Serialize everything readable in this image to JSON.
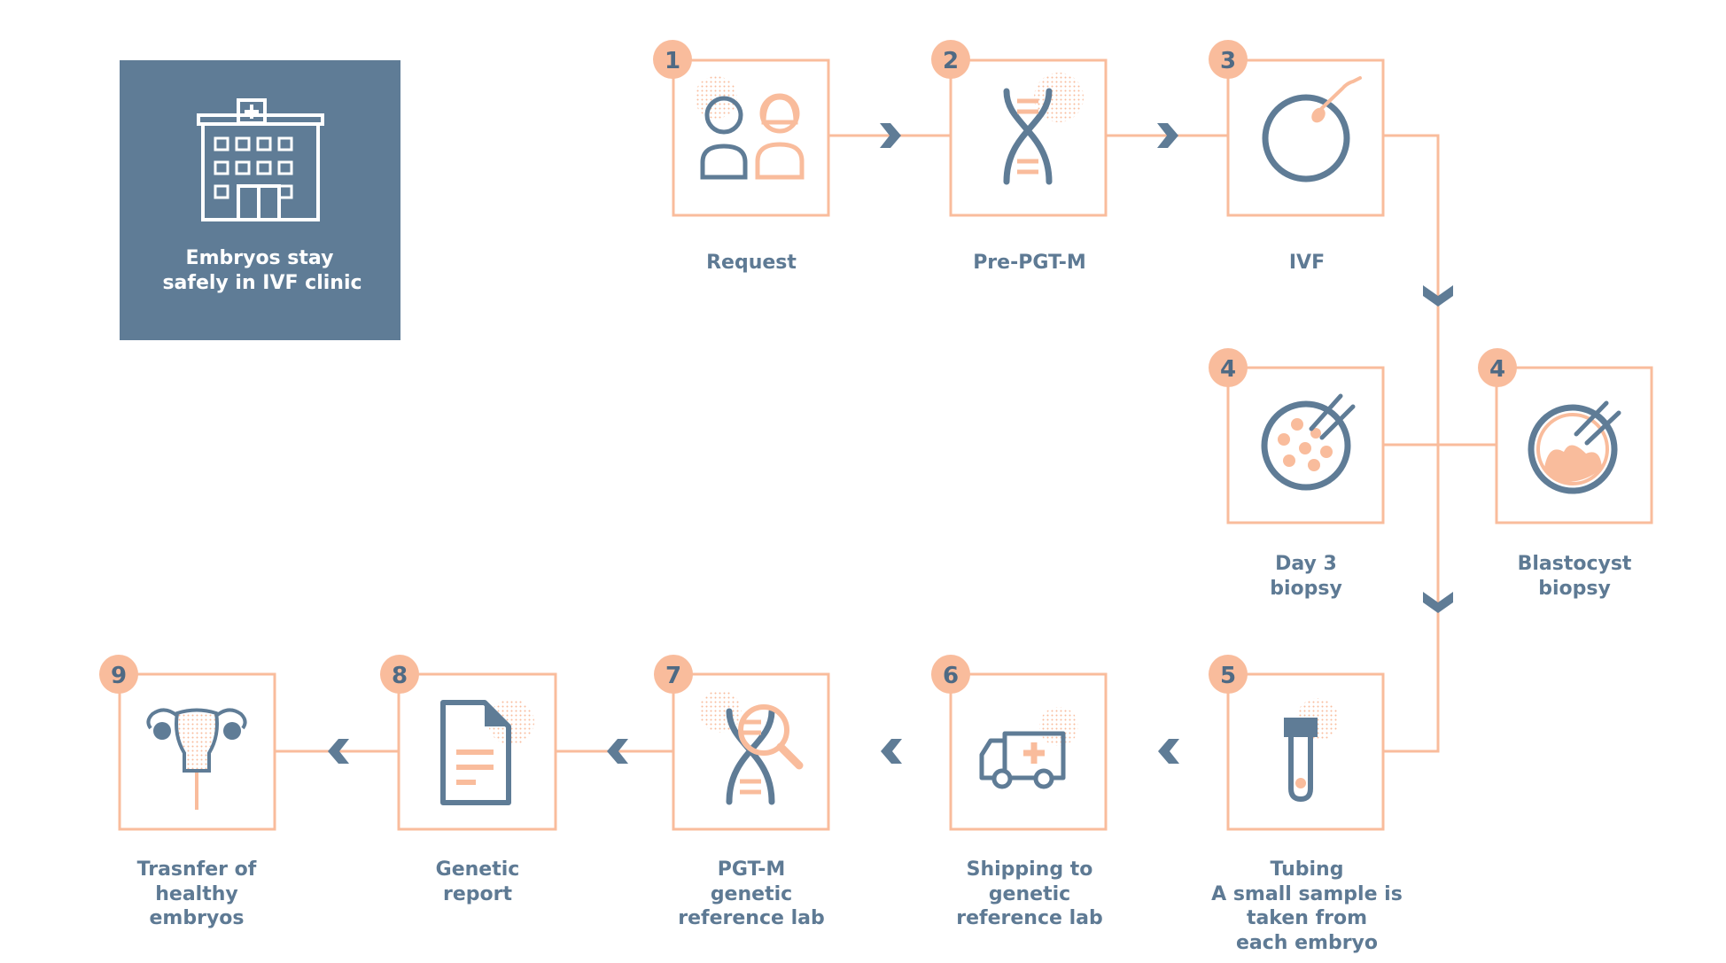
{
  "colors": {
    "accent": "#f9bc9c",
    "slate": "#5f7c96",
    "background": "#ffffff"
  },
  "clinic": {
    "icon": "hospital-icon",
    "label_line1": "Embryos stay",
    "label_line2": "safely in IVF clinic"
  },
  "steps": [
    {
      "number": "1",
      "icon": "couple-icon",
      "label": [
        "Request"
      ]
    },
    {
      "number": "2",
      "icon": "dna-icon",
      "label": [
        "Pre-PGT-M"
      ]
    },
    {
      "number": "3",
      "icon": "egg-sperm-icon",
      "label": [
        "IVF"
      ]
    },
    {
      "number": "4",
      "icon": "day3-embryo-biopsy-icon",
      "label": [
        "Day 3",
        "biopsy"
      ]
    },
    {
      "number": "4",
      "icon": "blastocyst-biopsy-icon",
      "label": [
        "Blastocyst",
        "biopsy"
      ]
    },
    {
      "number": "5",
      "icon": "test-tube-icon",
      "label": [
        "Tubing",
        "A small sample is",
        "taken from",
        "each embryo"
      ]
    },
    {
      "number": "6",
      "icon": "ambulance-icon",
      "label": [
        "Shipping to",
        "genetic",
        "reference lab"
      ]
    },
    {
      "number": "7",
      "icon": "dna-magnifier-icon",
      "label": [
        "PGT-M",
        "genetic",
        "reference lab"
      ]
    },
    {
      "number": "8",
      "icon": "report-document-icon",
      "label": [
        "Genetic",
        "report"
      ]
    },
    {
      "number": "9",
      "icon": "uterus-icon",
      "label": [
        "Trasnfer of",
        "healthy",
        "embryos"
      ]
    }
  ]
}
